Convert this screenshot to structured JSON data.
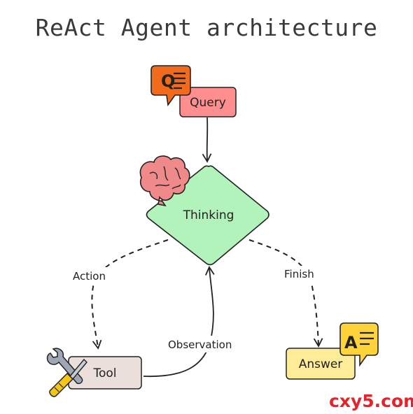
{
  "title": "ReAct Agent architecture",
  "nodes": {
    "query": "Query",
    "thinking": "Thinking",
    "tool": "Tool",
    "answer": "Answer"
  },
  "edges": {
    "action": "Action",
    "finish": "Finish",
    "observation": "Observation"
  },
  "icons": {
    "query_icon_text": "Q",
    "answer_icon_text": "A"
  },
  "watermark": "cxy5.com",
  "colors": {
    "query_fill": "#ff8f8f",
    "thinking_fill": "#b2f2bb",
    "tool_fill": "#eadfdb",
    "answer_fill": "#ffec99",
    "query_icon": "#f26a1b",
    "answer_icon": "#ffd43b",
    "brain": "#f08a8a",
    "watermark": "#e3242b"
  }
}
